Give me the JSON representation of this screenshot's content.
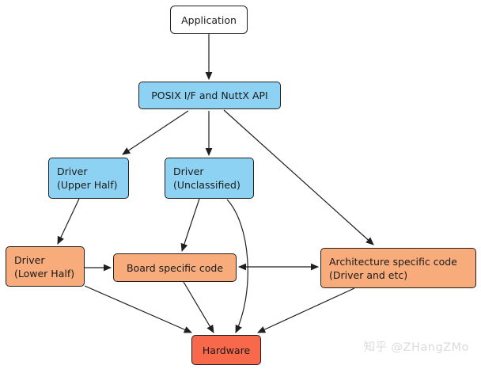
{
  "nodes": {
    "application": {
      "label": "Application"
    },
    "posix_api": {
      "label": "POSIX I/F and NuttX API"
    },
    "driver_upper_half": {
      "line1": "Driver",
      "line2": "(Upper Half)"
    },
    "driver_unclassified": {
      "line1": "Driver",
      "line2": "(Unclassified)"
    },
    "driver_lower_half": {
      "line1": "Driver",
      "line2": "(Lower Half)"
    },
    "board_specific_code": {
      "label": "Board specific code"
    },
    "architecture_specific_code": {
      "line1": "Architecture specific code",
      "line2": "(Driver and etc)"
    },
    "hardware": {
      "label": "Hardware"
    }
  },
  "edges": [
    {
      "from": "application",
      "to": "posix_api",
      "type": "arrow"
    },
    {
      "from": "posix_api",
      "to": "driver_upper_half",
      "type": "arrow"
    },
    {
      "from": "posix_api",
      "to": "driver_unclassified",
      "type": "arrow"
    },
    {
      "from": "posix_api",
      "to": "architecture_specific_code",
      "type": "arrow"
    },
    {
      "from": "driver_upper_half",
      "to": "driver_lower_half",
      "type": "arrow"
    },
    {
      "from": "driver_lower_half",
      "to": "board_specific_code",
      "type": "arrow"
    },
    {
      "from": "driver_unclassified",
      "to": "board_specific_code",
      "type": "arrow"
    },
    {
      "from": "driver_unclassified",
      "to": "hardware",
      "type": "arrow-curved"
    },
    {
      "from": "board_specific_code",
      "to": "architecture_specific_code",
      "type": "double-arrow"
    },
    {
      "from": "driver_lower_half",
      "to": "hardware",
      "type": "arrow"
    },
    {
      "from": "board_specific_code",
      "to": "hardware",
      "type": "arrow"
    },
    {
      "from": "architecture_specific_code",
      "to": "hardware",
      "type": "arrow"
    }
  ],
  "colors": {
    "node_white": "#FFFFFF",
    "node_blue": "#8DD2F2",
    "node_orange": "#F8AC7C",
    "node_red": "#F8694C",
    "edge": "#1F1F1F",
    "text": "#1A1A1A",
    "watermark_text": "#DBDBDB"
  },
  "watermark": {
    "text": "知乎 @ZHangZMo"
  }
}
